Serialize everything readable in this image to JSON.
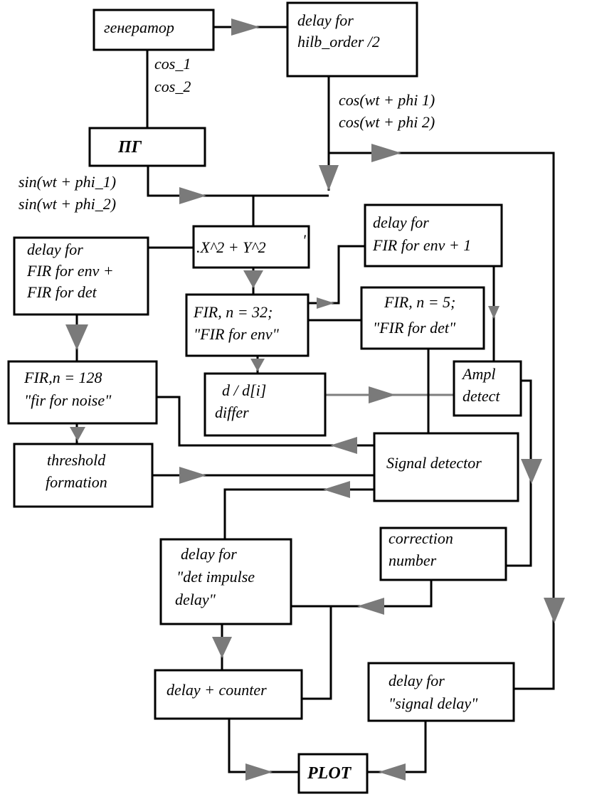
{
  "blocks": {
    "generator": [
      "генератор"
    ],
    "delay_hilb": [
      "delay for",
      "hilb_order /2"
    ],
    "pg": [
      "ПГ"
    ],
    "sum_sq": [
      ".X^2 + Y^2"
    ],
    "delay_fir_env1": [
      "delay for",
      "FIR for env + 1"
    ],
    "delay_fir_env_det": [
      "delay for",
      "FIR for env +",
      "FIR for det"
    ],
    "fir_env": [
      "FIR, n = 32;",
      "\"FIR for env\""
    ],
    "fir_det": [
      "FIR, n = 5;",
      "\"FIR for det\""
    ],
    "fir_noise": [
      "FIR,n = 128",
      "\"fir for noise\""
    ],
    "differ": [
      "d / d[i]",
      "differ"
    ],
    "ampl_detect": [
      "Ampl",
      "detect"
    ],
    "signal_detector": [
      "Signal detector"
    ],
    "threshold": [
      "threshold",
      "formation"
    ],
    "correction": [
      "correction",
      "number"
    ],
    "delay_det_impulse": [
      "delay for",
      "\"det impulse",
      "delay\""
    ],
    "delay_counter": [
      "delay + counter"
    ],
    "delay_signal": [
      "delay for",
      "\"signal delay\""
    ],
    "plot": [
      "PLOT"
    ]
  },
  "labels": {
    "cos": [
      "cos_1",
      "cos_2"
    ],
    "cos_wt": [
      "cos(wt + phi  1)",
      "cos(wt + phi  2)"
    ],
    "sin_wt": [
      "sin(wt + phi_1)",
      "sin(wt + phi_2)"
    ],
    "tick": "'"
  }
}
